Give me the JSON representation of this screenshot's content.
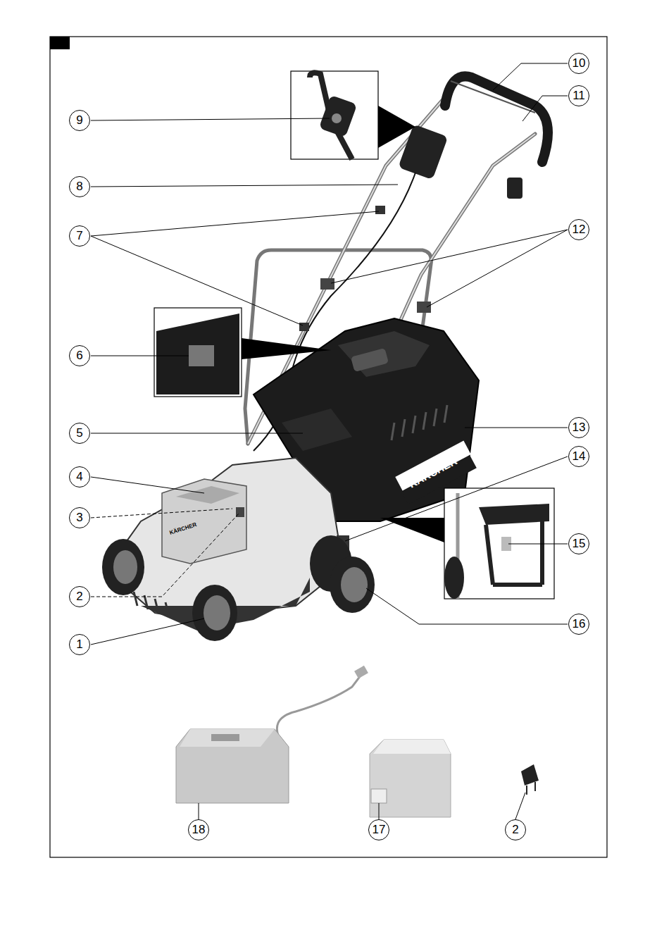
{
  "diagram": {
    "labels": [
      "10",
      "11",
      "9",
      "8",
      "7",
      "12",
      "6",
      "5",
      "13",
      "KÄRCHER",
      "4",
      "14",
      "3",
      "KÄRCHER",
      "15",
      "2",
      "16",
      "1",
      "18",
      "17",
      "2"
    ]
  }
}
